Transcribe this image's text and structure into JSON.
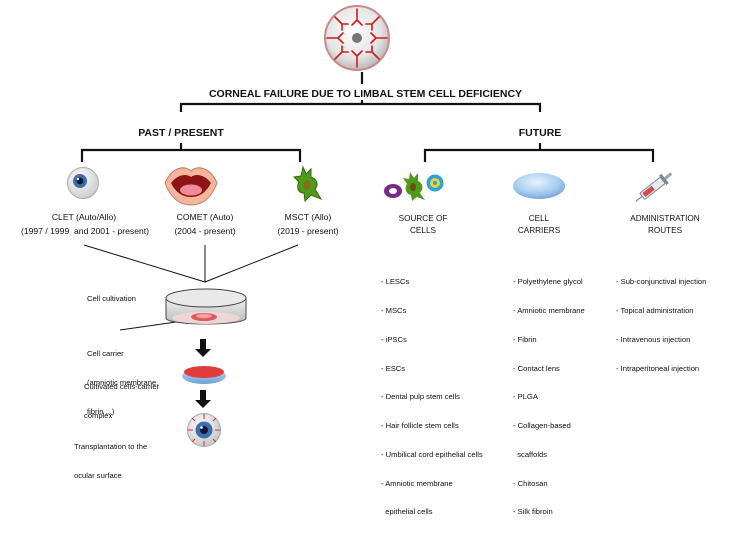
{
  "title": "CORNEAL FAILURE DUE TO LIMBAL STEM CELL DEFICIENCY",
  "branches": {
    "past": "PAST / PRESENT",
    "future": "FUTURE"
  },
  "past_methods": [
    {
      "name": "CLET (Auto/Allo)",
      "years": "(1997 / 1999  and 2001 - present)",
      "icon": "eye-icon"
    },
    {
      "name": "COMET (Auto)",
      "years": "(2004 - present)",
      "icon": "mouth-icon"
    },
    {
      "name": "MSCT (Allo)",
      "years": "(2019 - present)",
      "icon": "cell-icon"
    }
  ],
  "future_categories": [
    {
      "label_line1": "SOURCE OF",
      "label_line2": "CELLS",
      "icon": "stem-cells-icon",
      "items": [
        "- LESCs",
        "- MSCs",
        "- iPSCs",
        "- ESCs",
        "- Dental pulp stem cells",
        "- Hair follicle stem cells",
        "- Umbilical cord epithelial cells",
        "- Amniotic membrane",
        "  epithelial cells"
      ]
    },
    {
      "label_line1": "CELL",
      "label_line2": "CARRIERS",
      "icon": "contact-lens-icon",
      "items": [
        "- Polyethylene glycol",
        "- Amniotic membrane",
        "- Fibrin",
        "- Contact lens",
        "- PLGA",
        "- Collagen-based",
        "  scaffolds",
        "- Chitosan",
        "- Silk fibroin"
      ]
    },
    {
      "label_line1": "ADMINISTRATION",
      "label_line2": "ROUTES",
      "icon": "syringe-icon",
      "items": [
        "- Sub-conjunctival injection",
        "- Topical administration",
        "- Intravenous injection",
        "- Intraperitoneal injection"
      ]
    }
  ],
  "process": {
    "cultivation": "Cell cultivation",
    "carrier_lines": [
      "Cell carrier",
      "(amniotic membrane,",
      "fibrin ...)"
    ],
    "complex_lines": [
      "Cultivated cells-carrier",
      "complex"
    ],
    "transplant_lines": [
      "Transplantation to the",
      "ocular surface"
    ]
  }
}
